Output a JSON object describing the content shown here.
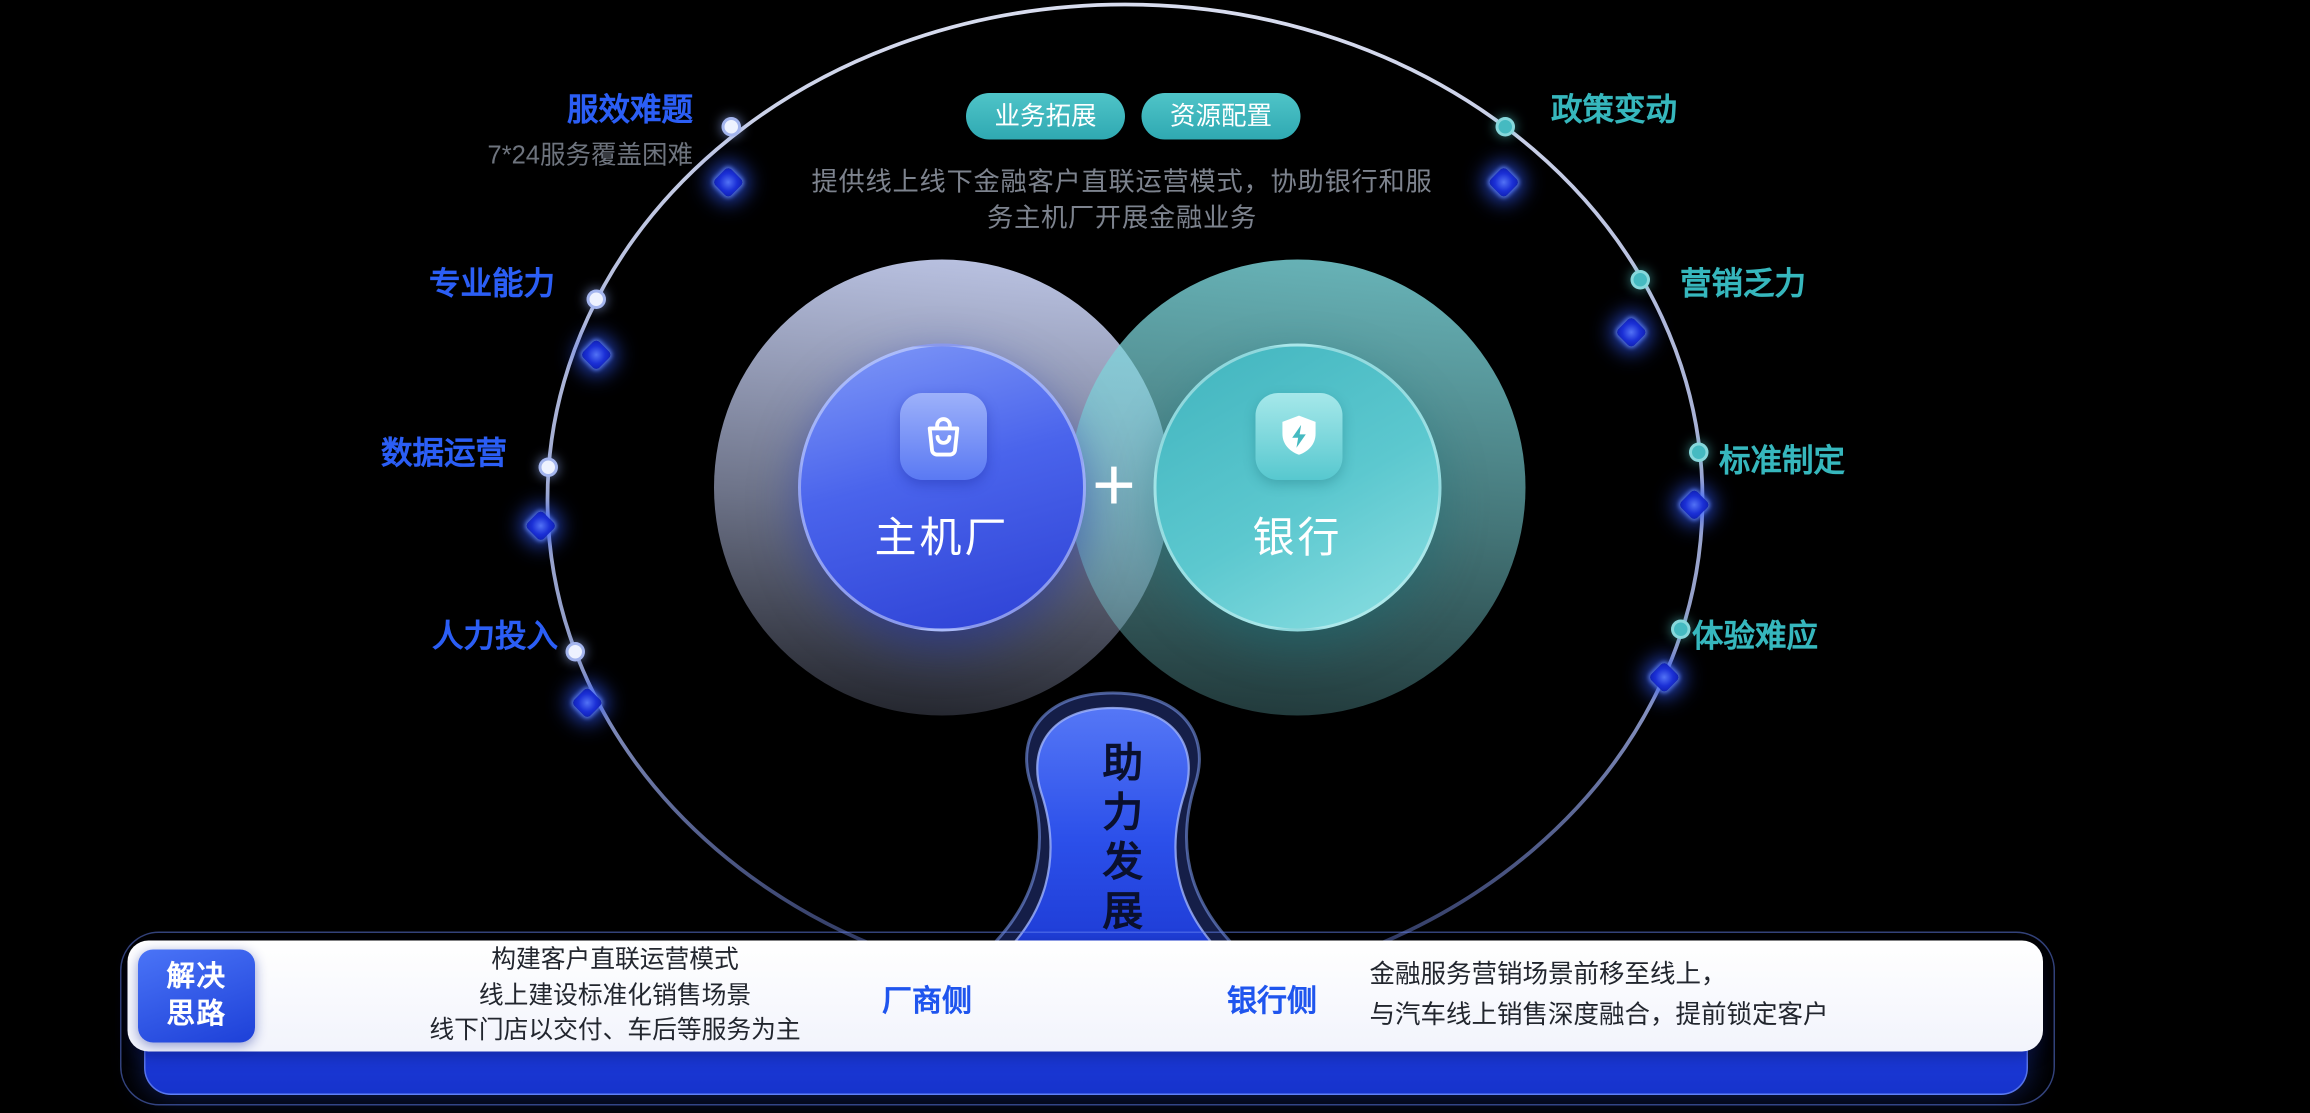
{
  "colors": {
    "accent_blue": "#2B5EF5",
    "accent_teal": "#36B7BD",
    "panel_blue": "#1C3ADA"
  },
  "top": {
    "pills": [
      "业务拓展",
      "资源配置"
    ],
    "description": [
      "提供线上线下金融客户直联运营模式，协助银行和服",
      "务主机厂开展金融业务"
    ]
  },
  "left_items": [
    {
      "label": "服效难题",
      "sublabel": "7*24服务覆盖困难"
    },
    {
      "label": "专业能力"
    },
    {
      "label": "数据运营"
    },
    {
      "label": "人力投入"
    }
  ],
  "right_items": [
    {
      "label": "政策变动"
    },
    {
      "label": "营销乏力"
    },
    {
      "label": "标准制定"
    },
    {
      "label": "体验难应"
    }
  ],
  "center": {
    "oem_label": "主机厂",
    "bank_label": "银行",
    "plus": "+",
    "funnel_label": "助力发展"
  },
  "bottom": {
    "badge": [
      "解决",
      "思路"
    ],
    "manufacturer_lines": [
      "构建客户直联运营模式",
      "线上建设标准化销售场景",
      "线下门店以交付、车后等服务为主"
    ],
    "manufacturer_side": "厂商侧",
    "bank_side": "银行侧",
    "bank_lines": [
      "金融服务营销场景前移至线上，",
      "与汽车线上销售深度融合，提前锁定客户"
    ]
  }
}
